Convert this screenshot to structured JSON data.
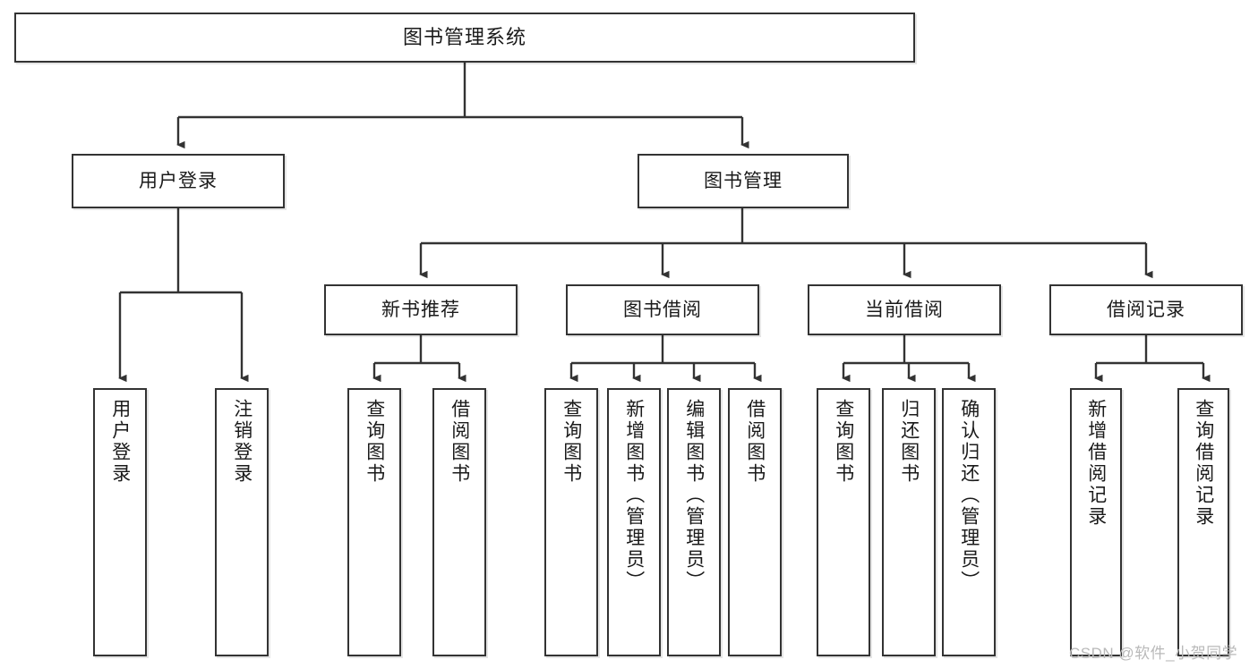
{
  "diagram": {
    "type": "hierarchy-tree",
    "title": "图书管理系统",
    "watermark": "CSDN @软件_小贺同学",
    "colors": {
      "box_border": "#333333",
      "box_fill": "#ffffff",
      "connector": "#333333",
      "text": "#1a1a1a",
      "watermark": "#b9b9b9"
    },
    "levels": {
      "root": {
        "label": "图书管理系统"
      },
      "level2": [
        {
          "label": "用户登录"
        },
        {
          "label": "图书管理"
        }
      ],
      "level3": [
        {
          "label": "新书推荐"
        },
        {
          "label": "图书借阅"
        },
        {
          "label": "当前借阅"
        },
        {
          "label": "借阅记录"
        }
      ],
      "leaves": {
        "user_login": [
          {
            "label": "用户登录"
          },
          {
            "label": "注销登录"
          }
        ],
        "new_book": [
          {
            "label": "查询图书"
          },
          {
            "label": "借阅图书"
          }
        ],
        "book_borrow": [
          {
            "label": "查询图书"
          },
          {
            "label": "新增图书（管理员）"
          },
          {
            "label": "编辑图书（管理员）"
          },
          {
            "label": "借阅图书"
          }
        ],
        "current_borrow": [
          {
            "label": "查询图书"
          },
          {
            "label": "归还图书"
          },
          {
            "label": "确认归还（管理员）"
          }
        ],
        "borrow_record": [
          {
            "label": "新增借阅记录"
          },
          {
            "label": "查询借阅记录"
          }
        ]
      }
    }
  }
}
